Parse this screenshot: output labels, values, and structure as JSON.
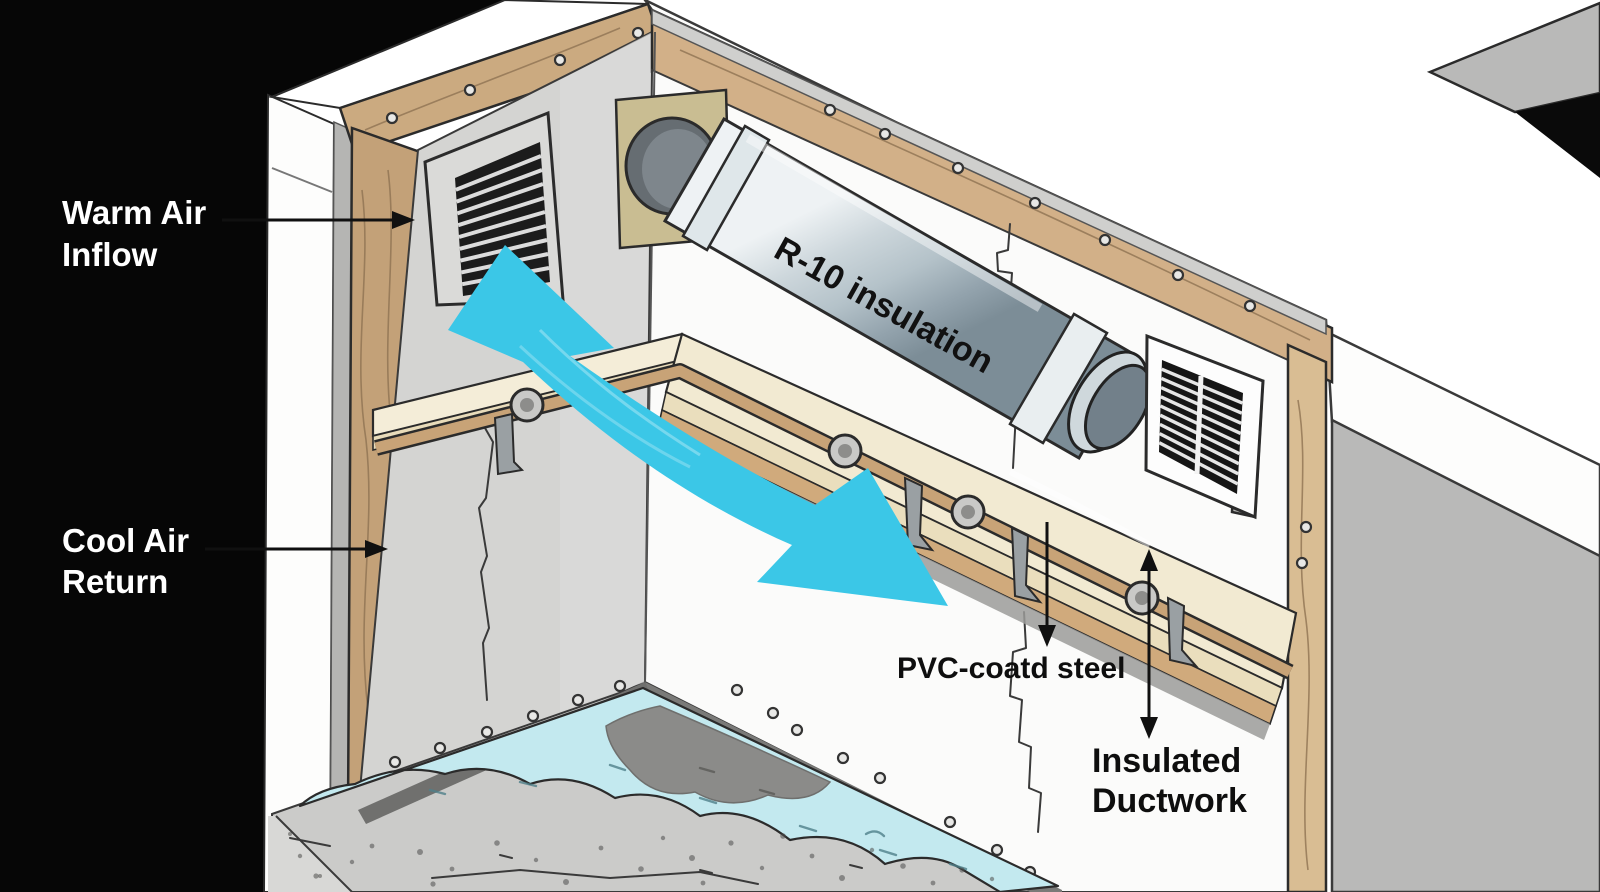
{
  "diagram": {
    "title": "Basement rim-joist cutaway with insulated HVAC ductwork",
    "type": "isometric-cutaway-illustration",
    "labels": {
      "warm_air": {
        "line1": "Warm Air",
        "line2": "Inflow"
      },
      "cool_air": {
        "line1": "Cool Air",
        "line2": "Return"
      },
      "duct": {
        "text": "R-10 insulation"
      },
      "pipe": {
        "text": "PVC-coatd steel"
      },
      "insulated": {
        "line1": "Insulated",
        "line2": "Ductwork"
      }
    },
    "colors": {
      "airflow_arrow": "#3BC7E7",
      "water_pool": "#C3E9EF",
      "duct_body_light": "#EEF2F4",
      "duct_body_dark": "#7C8D97",
      "wood_frame": "#C9A87C",
      "shelf_cream": "#F2EAD2",
      "wall_gray": "#D4D4D2",
      "wall_white": "#FBFBFA",
      "concrete": "#CBCBC9",
      "background_black": "#060606"
    }
  }
}
